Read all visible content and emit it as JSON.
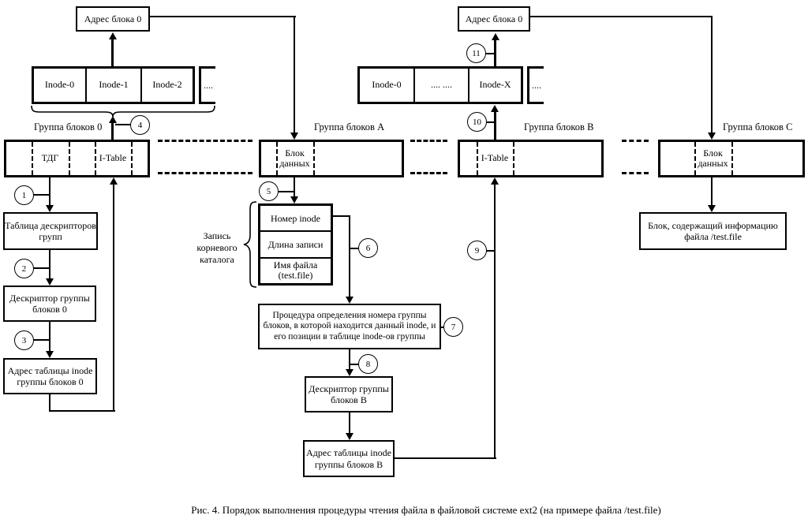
{
  "caption": "Рис. 4. Порядок выполнения процедуры чтения файла в файловой системе ext2 (на примере файла /test.file)",
  "steps": [
    "1",
    "2",
    "3",
    "4",
    "5",
    "6",
    "7",
    "8",
    "9",
    "10",
    "11"
  ],
  "address_blocks": {
    "left": "Адрес блока 0",
    "right": "Адрес блока 0"
  },
  "inode_row_left": {
    "cell0": "Inode-0",
    "cell1": "Inode-1",
    "cell2": "Inode-2",
    "more": "...."
  },
  "inode_row_right": {
    "cell0": "Inode-0",
    "cell1": ".... ....",
    "cell2": "Inode-X",
    "more": "...."
  },
  "groups": {
    "g0": {
      "label": "Группа блоков 0",
      "tdg": "ТДГ",
      "itable": "I-Table"
    },
    "ga": {
      "label": "Группа блоков А",
      "datablock": "Блок данных"
    },
    "gb": {
      "label": "Группа блоков В",
      "itable": "I-Table"
    },
    "gc": {
      "label": "Группа блоков С",
      "datablock": "Блок данных"
    }
  },
  "left_chain": {
    "group_descriptor_table": "Таблица дескрипторов групп",
    "descriptor_g0": "Дескриптор группы блоков 0",
    "inode_table_address_g0": "Адрес таблицы inode группы блоков 0"
  },
  "root_dir_record": {
    "brace_label": "Запись корневого каталога",
    "inode_number": "Номер inode",
    "record_length": "Длина записи",
    "file_name": "Имя файла (test.file)"
  },
  "middle_chain": {
    "procedure": "Процедура определения номера группы блоков, в которой находится данный inode, и его позиции в таблице inode-ов группы",
    "descriptor_gb": "Дескриптор группы блоков В",
    "inode_table_address_gb": "Адрес таблицы inode группы блоков В"
  },
  "right_chain": {
    "file_data_block": "Блок, содержащий информацию файла /test.file"
  }
}
